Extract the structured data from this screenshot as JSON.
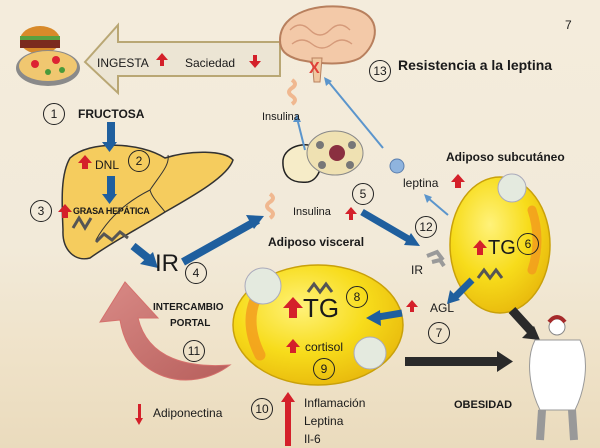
{
  "page_number": "7",
  "colors": {
    "background": "#f3ebda",
    "liver": "#f5cc5e",
    "adipocyte": "#f7dc1b",
    "blue_arrow": "#1f5f9e",
    "light_blue_arrow": "#5b95cc",
    "red_arrow": "#d4202a",
    "portal_arrow": "#c97a78",
    "black_arrow": "#2a2a2a"
  },
  "top_arrow": {
    "ingesta": "INGESTA",
    "ingesta_trend": "up",
    "saciedad": "Saciedad",
    "saciedad_trend": "down"
  },
  "brain": {
    "label": "Resistencia a la leptina",
    "step": "13",
    "block_mark": "X"
  },
  "pancreas": {
    "insulin_out": "Insulina"
  },
  "liver": {
    "fructose_step": "1",
    "fructose_label": "FRUCTOSA",
    "dnl_label": "DNL",
    "dnl_step": "2",
    "dnl_trend": "up",
    "fat_label": "GRASA HEPÁTICA",
    "fat_step": "3",
    "fat_trend": "up"
  },
  "ir_main": {
    "label": "IR",
    "step": "4"
  },
  "insulin_mid": {
    "label": "Insulina",
    "step": "5",
    "trend": "up"
  },
  "subcutaneous": {
    "title": "Adiposo subcutáneo",
    "tg_label": "TG",
    "step": "6",
    "trend": "up",
    "leptin_label": "leptina",
    "leptin_trend": "up",
    "leptin_step": "12"
  },
  "receptor": {
    "label": "IR"
  },
  "agl": {
    "label": "AGL",
    "step": "7",
    "trend": "up"
  },
  "visceral": {
    "title": "Adiposo visceral",
    "tg_label": "TG",
    "tg_step": "8",
    "tg_trend": "up",
    "cortisol_label": "cortisol",
    "cortisol_step": "9",
    "cortisol_trend": "up"
  },
  "portal": {
    "label_line1": "INTERCAMBIO",
    "label_line2": "PORTAL",
    "step": "11"
  },
  "adiponectin": {
    "label": "Adiponectina",
    "trend": "down"
  },
  "secretions": {
    "step": "10",
    "trend": "up",
    "items": [
      "Inflamación",
      "Leptina",
      "Il-6"
    ]
  },
  "outcome": {
    "label": "OBESIDAD"
  }
}
